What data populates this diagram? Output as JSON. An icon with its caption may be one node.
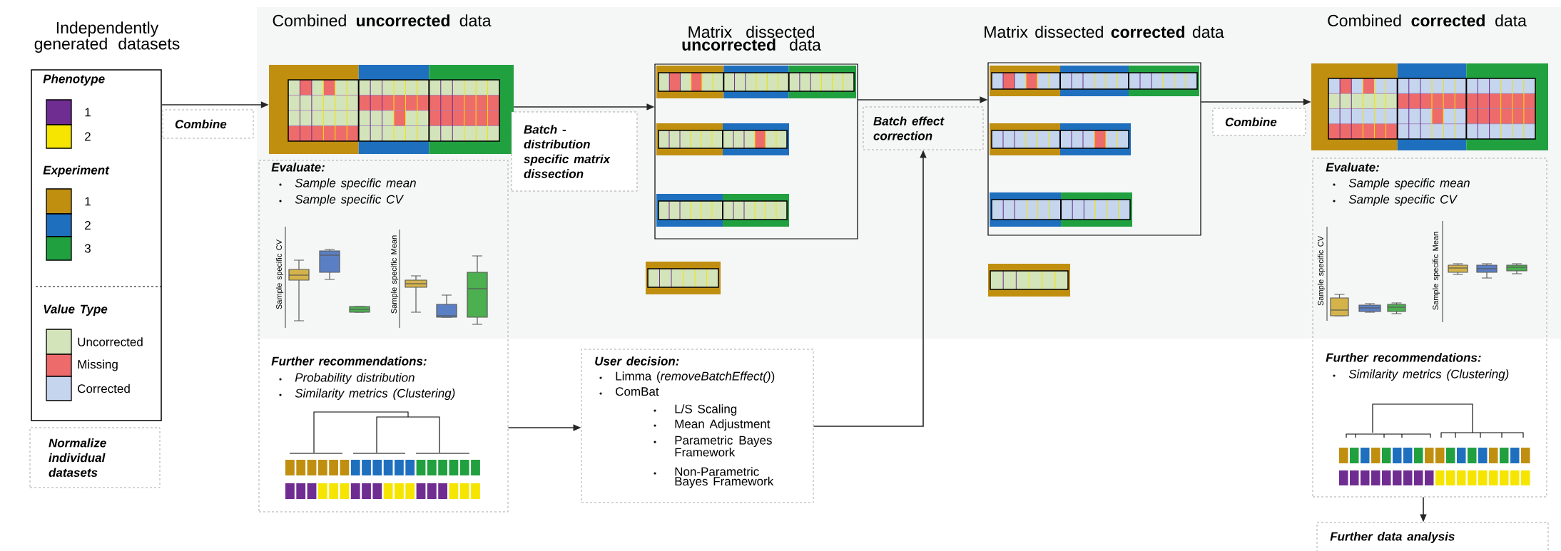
{
  "diagram": {
    "nodes": [
      {
        "text": [
          "Phenotype",
          "Experiment",
          "Value Type"
        ],
        "beside": [
          "Independently generated datasets"
        ]
      },
      {
        "text": [],
        "shape": "picture",
        "beside": [
          "Combined **uncorrected** data"
        ]
      },
      {
        "text": [],
        "shape": "box",
        "beside": [
          "Matrix dissected **uncorrected** data"
        ]
      },
      {
        "text": [
          "Batch effect correction"
        ]
      },
      {
        "text": [],
        "shape": "box",
        "beside": [
          "Matrix dissected **corrected** data"
        ]
      },
      {
        "text": [],
        "shape": "picture",
        "beside": [
          "Combined **corrected** data"
        ]
      },
      {
        "text": [
          "Evaluate:",
          "Sample specific mean",
          "Sample specific CV",
          "Further recommendations:",
          "Probability distribution",
          "Similarity metrics (Clustering)"
        ]
      },
      {
        "text": [
          "Evaluate:",
          "Sample specific mean",
          "Sample specific CV",
          "Further recommendations:",
          "Similarity metrics (Clustering)"
        ]
      },
      {
        "text": [
          "Normalize individual datasets"
        ]
      },
      {
        "text": [
          "User decision:",
          "Limma (*removeBatchEffect()*)",
          "ComBat",
          "L/S Scaling",
          "Mean Adjustment",
          "Parametric Bayes Framework",
          "Non-Parametric Bayes Framework"
        ]
      },
      {
        "text": [
          "Further data analysis"
        ]
      }
    ],
    "edges": [
      {
        "from": 0,
        "to": 1,
        "arrow": "to",
        "label": "Combine"
      },
      {
        "from": 1,
        "to": 2,
        "arrow": "to",
        "label": "Batch - distribution specific matrix dissection"
      },
      {
        "from": 2,
        "to": 4,
        "arrow": "to"
      },
      {
        "from": 4,
        "to": 5,
        "arrow": "to",
        "label": "Combine"
      },
      {
        "from": 6,
        "to": 9,
        "arrow": "to"
      },
      {
        "from": 9,
        "to": 3,
        "arrow": "to"
      },
      {
        "from": 7,
        "to": 10,
        "arrow": "to"
      }
    ],
    "labels": [
      "Sample specific CV",
      "Sample specific Mean",
      "Sample specific CV",
      "Sample specific Mean"
    ],
    "legend": [
      {
        "text": "1",
        "color": "#6f2c91"
      },
      {
        "text": "2",
        "color": "#f5e500"
      },
      {
        "text": "1",
        "color": "#c08f10"
      },
      {
        "text": "2",
        "color": "#1f6fbf"
      },
      {
        "text": "3",
        "color": "#21a040"
      },
      {
        "text": "Uncorrected",
        "color": "#d3e4bb"
      },
      {
        "text": "Missing",
        "color": "#ee6b6b"
      },
      {
        "text": "Corrected",
        "color": "#c5d5ee"
      }
    ]
  }
}
